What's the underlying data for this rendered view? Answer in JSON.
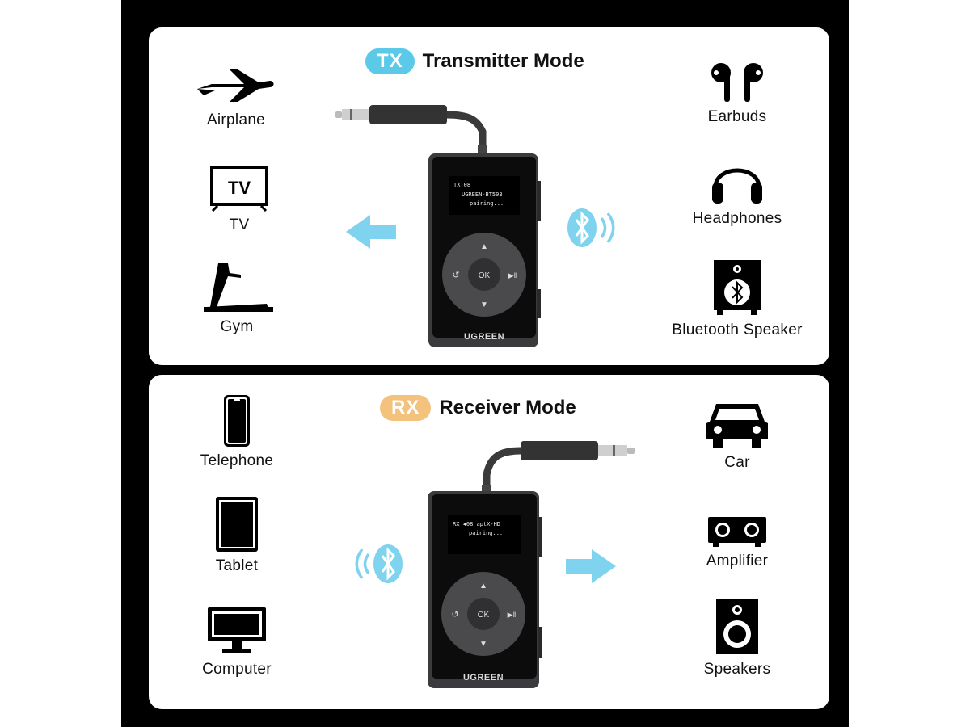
{
  "tx": {
    "badge": "TX",
    "title": "Transmitter Mode",
    "left": [
      {
        "label": "Airplane",
        "icon": "airplane-icon"
      },
      {
        "label": "TV",
        "icon": "tv-icon"
      },
      {
        "label": "Gym",
        "icon": "treadmill-icon"
      }
    ],
    "right": [
      {
        "label": "Earbuds",
        "icon": "earbuds-icon"
      },
      {
        "label": "Headphones",
        "icon": "headphones-icon"
      },
      {
        "label": "Bluetooth Speaker",
        "icon": "bluetooth-speaker-icon"
      }
    ],
    "tv_text": "TV",
    "device": {
      "screen_line1": "TX  08",
      "screen_line2": "UGREEN-BT503",
      "screen_line3": "pairing...",
      "ok": "OK",
      "brand": "UGREEN"
    }
  },
  "rx": {
    "badge": "RX",
    "title": "Receiver Mode",
    "left": [
      {
        "label": "Telephone",
        "icon": "phone-icon"
      },
      {
        "label": "Tablet",
        "icon": "tablet-icon"
      },
      {
        "label": "Computer",
        "icon": "computer-icon"
      }
    ],
    "right": [
      {
        "label": "Car",
        "icon": "car-icon"
      },
      {
        "label": "Amplifier",
        "icon": "amplifier-icon"
      },
      {
        "label": "Speakers",
        "icon": "speakers-icon"
      }
    ],
    "device": {
      "screen_line1": "RX ◀08  aptX-HD",
      "screen_line2": "pairing...",
      "ok": "OK",
      "brand": "UGREEN"
    }
  },
  "colors": {
    "accent_blue": "#5bc9e8",
    "accent_orange": "#f3c27d"
  }
}
